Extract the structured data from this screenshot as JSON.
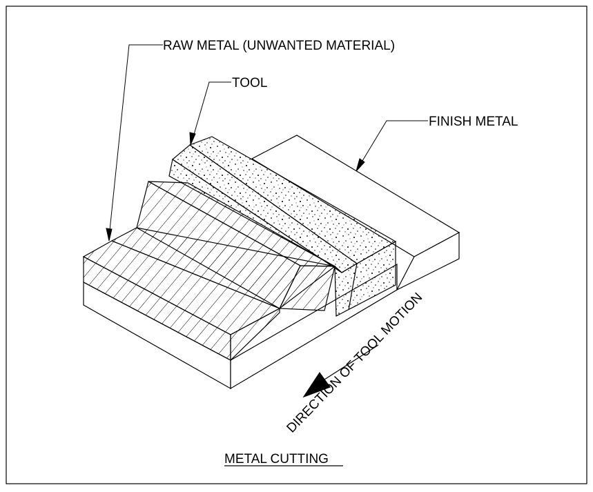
{
  "labels": {
    "raw_metal": "RAW METAL (UNWANTED MATERIAL)",
    "tool": "TOOL",
    "finish_metal": "FINISH METAL",
    "direction": "DIRECTION OF TOOL MOTION",
    "title": "METAL CUTTING"
  }
}
